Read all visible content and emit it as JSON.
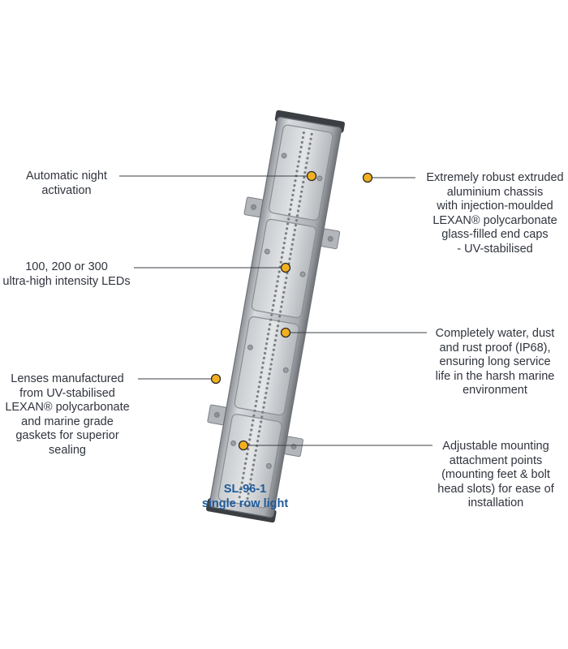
{
  "callouts": {
    "night_activation": "Automatic night\nactivation",
    "leds": "100, 200 or 300\nultra-high intensity LEDs",
    "lenses": "Lenses manufactured\nfrom UV-stabilised\nLEXAN® polycarbonate\nand marine grade\ngaskets for superior\nsealing",
    "chassis": "Extremely robust extruded\naluminium chassis\nwith injection-moulded\nLEXAN® polycarbonate\nglass-filled end caps\n- UV-stabilised",
    "waterproof": "Completely water, dust\nand rust proof (IP68),\nensuring long service\nlife in the harsh marine\nenvironment",
    "mounting": "Adjustable mounting\nattachment points\n(mounting feet & bolt\nhead slots) for ease of\ninstallation"
  },
  "product": {
    "model": "SL-96-1",
    "description": "single row light"
  },
  "colors": {
    "marker": "#f2b01e",
    "marker_outline": "#2b2b2b",
    "caption": "#1f5a9a",
    "light_body": "#b9bcc0",
    "led": "#7a7e83"
  }
}
